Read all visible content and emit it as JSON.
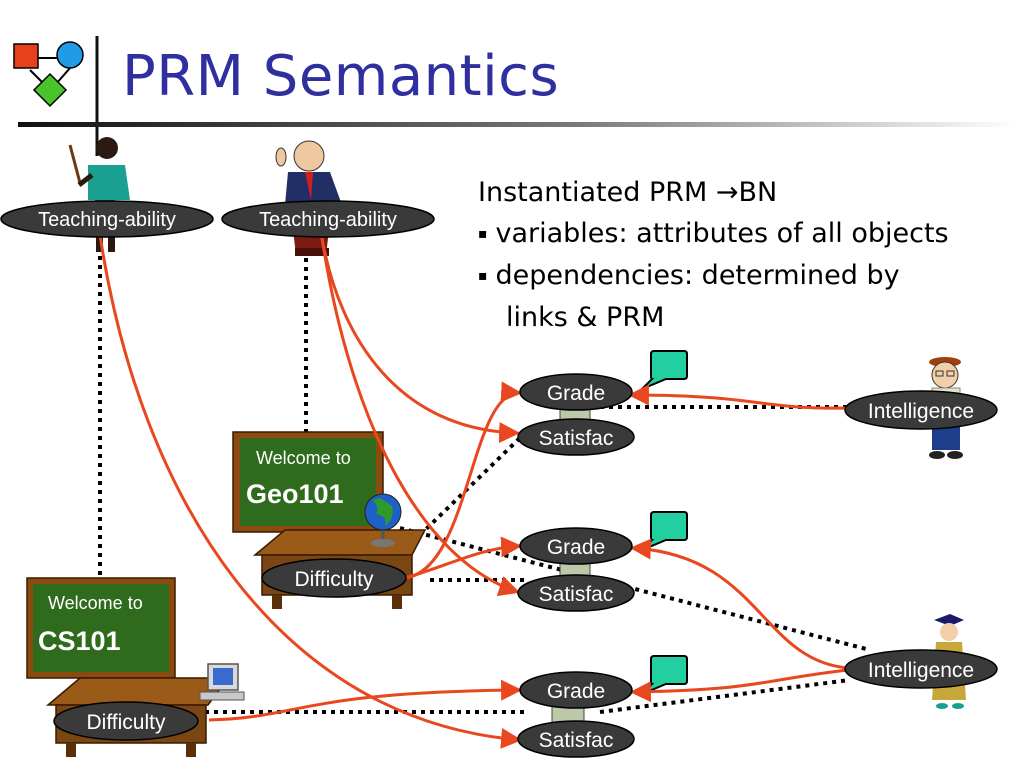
{
  "title": "PRM Semantics",
  "text": {
    "heading_prefix": "Instantiated PRM ",
    "heading_arrow": "→",
    "heading_suffix": "BN",
    "bullet_marker": "▪",
    "bullet1": "variables: attributes of all objects",
    "bullet2_line1": "dependencies: determined by",
    "bullet2_line2": "links & PRM"
  },
  "nodes": {
    "teaching1": "Teaching-ability",
    "teaching2": "Teaching-ability",
    "difficulty_geo": "Difficulty",
    "difficulty_cs": "Difficulty",
    "grade1": "Grade",
    "satisfac1": "Satisfac",
    "grade2": "Grade",
    "satisfac2": "Satisfac",
    "grade3": "Grade",
    "satisfac3": "Satisfac",
    "intelligence1": "Intelligence",
    "intelligence2": "Intelligence"
  },
  "boards": {
    "geo_welcome": "Welcome to",
    "geo_course": "Geo101",
    "cs_welcome": "Welcome to",
    "cs_course": "CS101"
  },
  "colors": {
    "title": "#2f2f9f",
    "edge": "#e8471f",
    "node_fill": "#3a3a3a",
    "node_text": "#ffffff",
    "board": "#2e6b1c",
    "board_frame": "#8a4a10",
    "desk": "#7a4714",
    "speech": "#22cfa0"
  },
  "icons": [
    "prm-logo-icon",
    "teacher-icon",
    "professor-icon",
    "student-icon",
    "graduate-icon",
    "globe-icon",
    "computer-icon",
    "speech-bubble-icon"
  ]
}
